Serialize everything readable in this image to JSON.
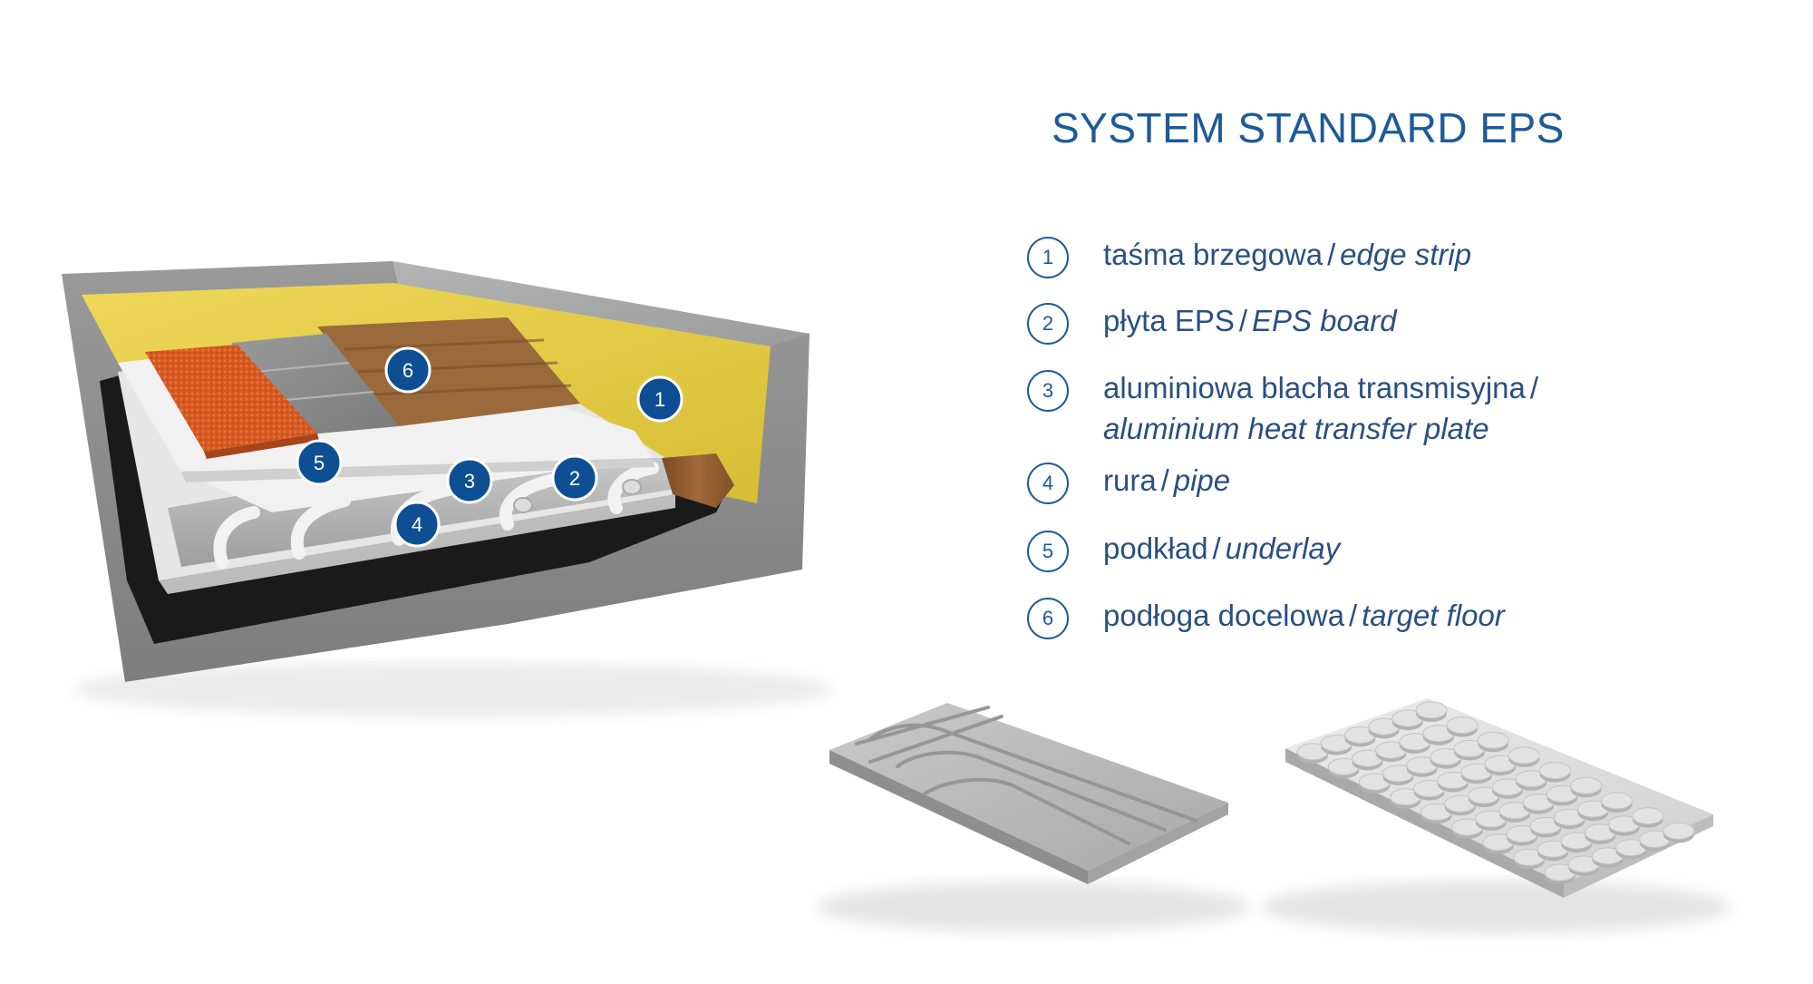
{
  "title": "SYSTEM STANDARD EPS",
  "markers": [
    "1",
    "2",
    "3",
    "4",
    "5",
    "6"
  ],
  "legend": [
    {
      "num": "1",
      "pl": "taśma brzegowa",
      "sep": "/",
      "en": "edge strip"
    },
    {
      "num": "2",
      "pl": "płyta EPS",
      "sep": "/",
      "en": "EPS board"
    },
    {
      "num": "3",
      "pl": "aluminiowa blacha transmisyjna",
      "sep": "/",
      "en": "aluminium heat transfer plate"
    },
    {
      "num": "4",
      "pl": "rura",
      "sep": "/",
      "en": "pipe"
    },
    {
      "num": "5",
      "pl": "podkład",
      "sep": "/",
      "en": "underlay"
    },
    {
      "num": "6",
      "pl": "podłoga docelowa",
      "sep": "/",
      "en": "target floor"
    }
  ],
  "colors": {
    "accent": "#1d5a99",
    "marker_fill": "#0e4f93",
    "concrete": "#8f8f8f",
    "insulation_yellow": "#e9d24a",
    "tile_orange": "#d9602a",
    "wood": "#8a5a30",
    "eps_white": "#e8e8e8"
  }
}
